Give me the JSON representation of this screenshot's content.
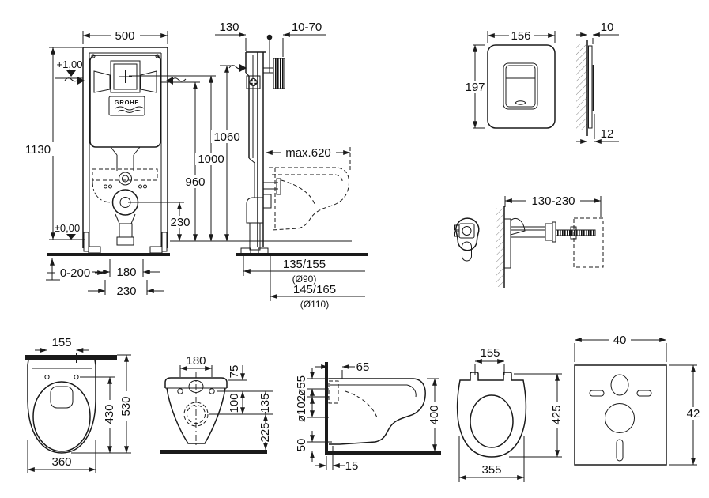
{
  "colors": {
    "ink": "#1a1a1a",
    "background": "#ffffff"
  },
  "frame_front_view": {
    "width": "500",
    "height": "1130",
    "level_plus": "+1,00",
    "level_zero": "±0,00",
    "feet_range": "0-200",
    "bolt_spacing_a": "180",
    "bolt_spacing_b": "230",
    "drain_height": "230",
    "height_960": "960",
    "height_1000": "1000",
    "height_1060": "1060",
    "brand": "GROHE"
  },
  "frame_side_view": {
    "depth": "130",
    "wall_distance": "10-70",
    "max_depth": "max.620",
    "outlet_a": "135/155",
    "outlet_a_pipe": "(Ø90)",
    "outlet_b": "145/165",
    "outlet_b_pipe": "(Ø110)"
  },
  "flush_plate": {
    "width": "156",
    "height": "197",
    "depth_top": "10",
    "depth_bottom": "12"
  },
  "wall_bracket": {
    "adjust_range": "130-230"
  },
  "bowl_top_view": {
    "hole_spacing": "155",
    "depth_inner": "430",
    "depth_total": "530",
    "width": "360"
  },
  "bowl_rear_view": {
    "hole_spacing": "180",
    "top_offset": "75",
    "mid_offset": "100",
    "drain_offset": "135",
    "drain_to_floor": "225"
  },
  "bowl_side_view": {
    "flush_offset": "65",
    "flush_pipe": "ø55",
    "drain_pipe": "ø102",
    "height": "400",
    "bottom_offset": "50",
    "wall_gap": "15"
  },
  "seat_top_view": {
    "hinge_spacing": "155",
    "depth": "425",
    "width": "355"
  },
  "sound_mat": {
    "width": "40",
    "height": "42"
  }
}
